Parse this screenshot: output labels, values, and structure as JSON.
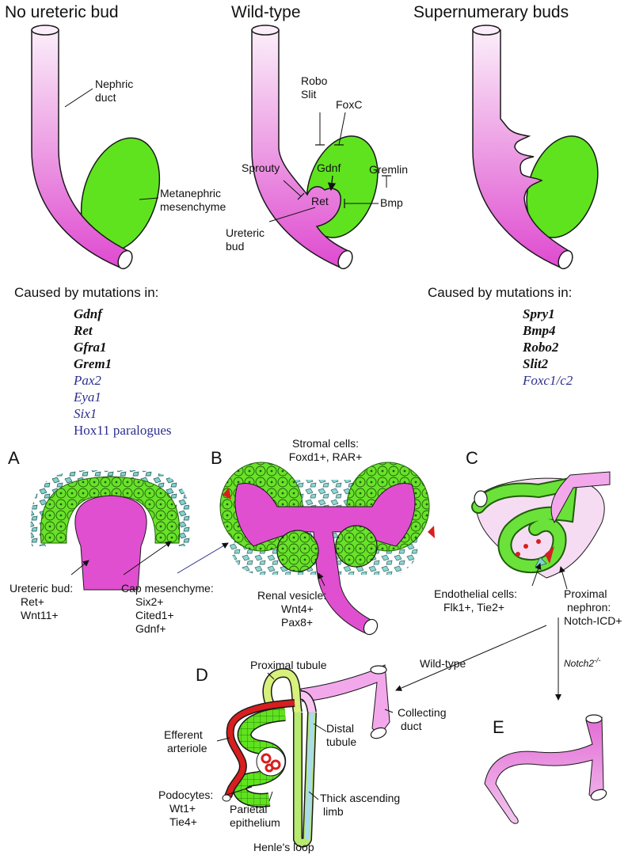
{
  "panels": {
    "no_bud_title": "No ureteric bud",
    "wild_type_title": "Wild-type",
    "supernumerary_title": "Supernumerary buds"
  },
  "top_labels": {
    "nephric_duct": [
      "Nephric",
      "duct"
    ],
    "metanephric": [
      "Metanephric",
      "mesenchyme"
    ],
    "robo_slit": [
      "Robo",
      "Slit"
    ],
    "foxc": "FoxC",
    "gdnf": "Gdnf",
    "sprouty": "Sprouty",
    "gremlin": "Gremlin",
    "ret": "Ret",
    "bmp": "Bmp",
    "ureteric_bud": [
      "Ureteric",
      "bud"
    ]
  },
  "mutations": {
    "heading": "Caused by mutations in:",
    "left": [
      {
        "name": "Gdnf",
        "style": "bold"
      },
      {
        "name": "Ret",
        "style": "bold"
      },
      {
        "name": "Gfra1",
        "style": "bold"
      },
      {
        "name": "Grem1",
        "style": "bold"
      },
      {
        "name": "Pax2",
        "style": "blue"
      },
      {
        "name": "Eya1",
        "style": "blue"
      },
      {
        "name": "Six1",
        "style": "blue"
      },
      {
        "name": "Hox11 paralogues",
        "style": "blue-upright"
      }
    ],
    "right": [
      {
        "name": "Spry1",
        "style": "bold"
      },
      {
        "name": "Bmp4",
        "style": "bold"
      },
      {
        "name": "Robo2",
        "style": "bold"
      },
      {
        "name": "Slit2",
        "style": "bold"
      },
      {
        "name": "Foxc1/c2",
        "style": "blue"
      }
    ]
  },
  "stages": {
    "a": "A",
    "b": "B",
    "c": "C",
    "d": "D",
    "e": "E",
    "stromal": [
      "Stromal cells:",
      "Foxd1+, RAR+"
    ],
    "ureteric_bud": [
      "Ureteric bud:",
      "Ret+",
      "Wnt11+"
    ],
    "cap_mesenchyme": [
      "Cap mesenchyme:",
      "Six2+",
      "Cited1+",
      "Gdnf+"
    ],
    "renal_vesicle": [
      "Renal vesicle:",
      "Wnt4+",
      "Pax8+"
    ],
    "endothelial": [
      "Endothelial cells:",
      "Flk1+, Tie2+"
    ],
    "proximal_nephron": [
      "Proximal",
      "nephron:",
      "Notch-ICD+"
    ],
    "wild_type": "Wild-type",
    "notch2_base": "Notch2",
    "notch2_sup": "-/-",
    "proximal_tubule": "Proximal tubule",
    "collecting_duct": [
      "Collecting",
      "duct"
    ],
    "efferent": [
      "Efferent",
      "arteriole"
    ],
    "distal_tubule": [
      "Distal",
      "tubule"
    ],
    "podocytes": [
      "Podocytes:",
      "Wt1+",
      "Tie4+"
    ],
    "parietal": [
      "Parietal",
      "epithelium"
    ],
    "thick_limb": [
      "Thick ascending",
      "limb"
    ],
    "henle": "Henle's loop"
  },
  "colors": {
    "magenta": "#e04fd0",
    "pink_light": "#f6dcf3",
    "green": "#5fe31e",
    "teal": "#7fd2cc",
    "red": "#d81e1e",
    "blue_gene": "#2b2f8f"
  }
}
